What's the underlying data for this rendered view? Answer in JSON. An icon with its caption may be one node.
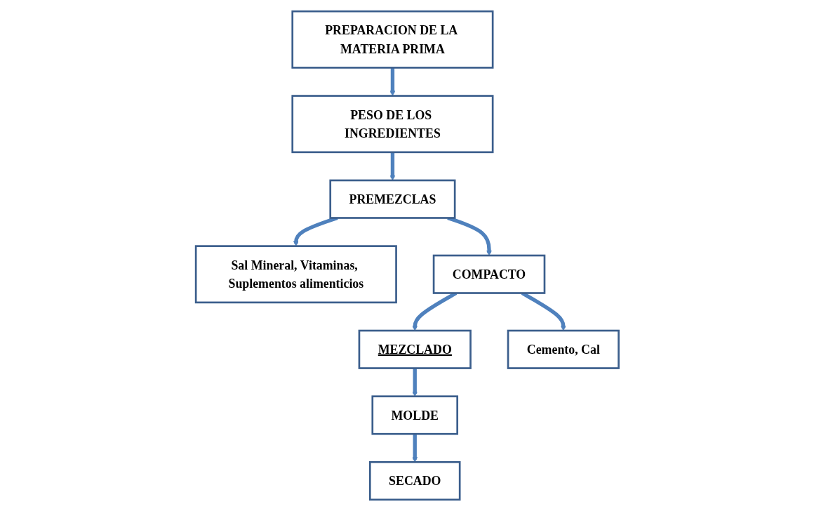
{
  "diagram": {
    "nodes": [
      {
        "text": [
          "PREPARACION DE LA MATERIA PRIMA"
        ]
      },
      {
        "text": [
          "PESO DE LOS INGREDIENTES"
        ]
      },
      {
        "text": [
          "PREMEZCLAS"
        ]
      },
      {
        "text": [
          "Sal Mineral, Vitaminas, Suplementos alimenticios"
        ]
      },
      {
        "text": [
          "MEZCLADO"
        ]
      },
      {
        "text": [
          "COMPACTO"
        ]
      },
      {
        "text": [
          "Cemento,  Cal"
        ]
      },
      {
        "text": [
          "MOLDE"
        ]
      },
      {
        "text": [
          "SECADO"
        ]
      }
    ],
    "edges": [
      {
        "from": 0,
        "to": 1,
        "arrow": "to"
      },
      {
        "from": 1,
        "to": 2,
        "arrow": "to"
      },
      {
        "from": 2,
        "to": 3,
        "arrow": "to"
      },
      {
        "from": 2,
        "to": 5,
        "arrow": "to"
      },
      {
        "from": 5,
        "to": 4,
        "arrow": "to"
      },
      {
        "from": 4,
        "to": 7,
        "arrow": "to"
      },
      {
        "from": 5,
        "to": 6,
        "arrow": "to"
      },
      {
        "from": 7,
        "to": 8,
        "arrow": "to"
      }
    ]
  }
}
